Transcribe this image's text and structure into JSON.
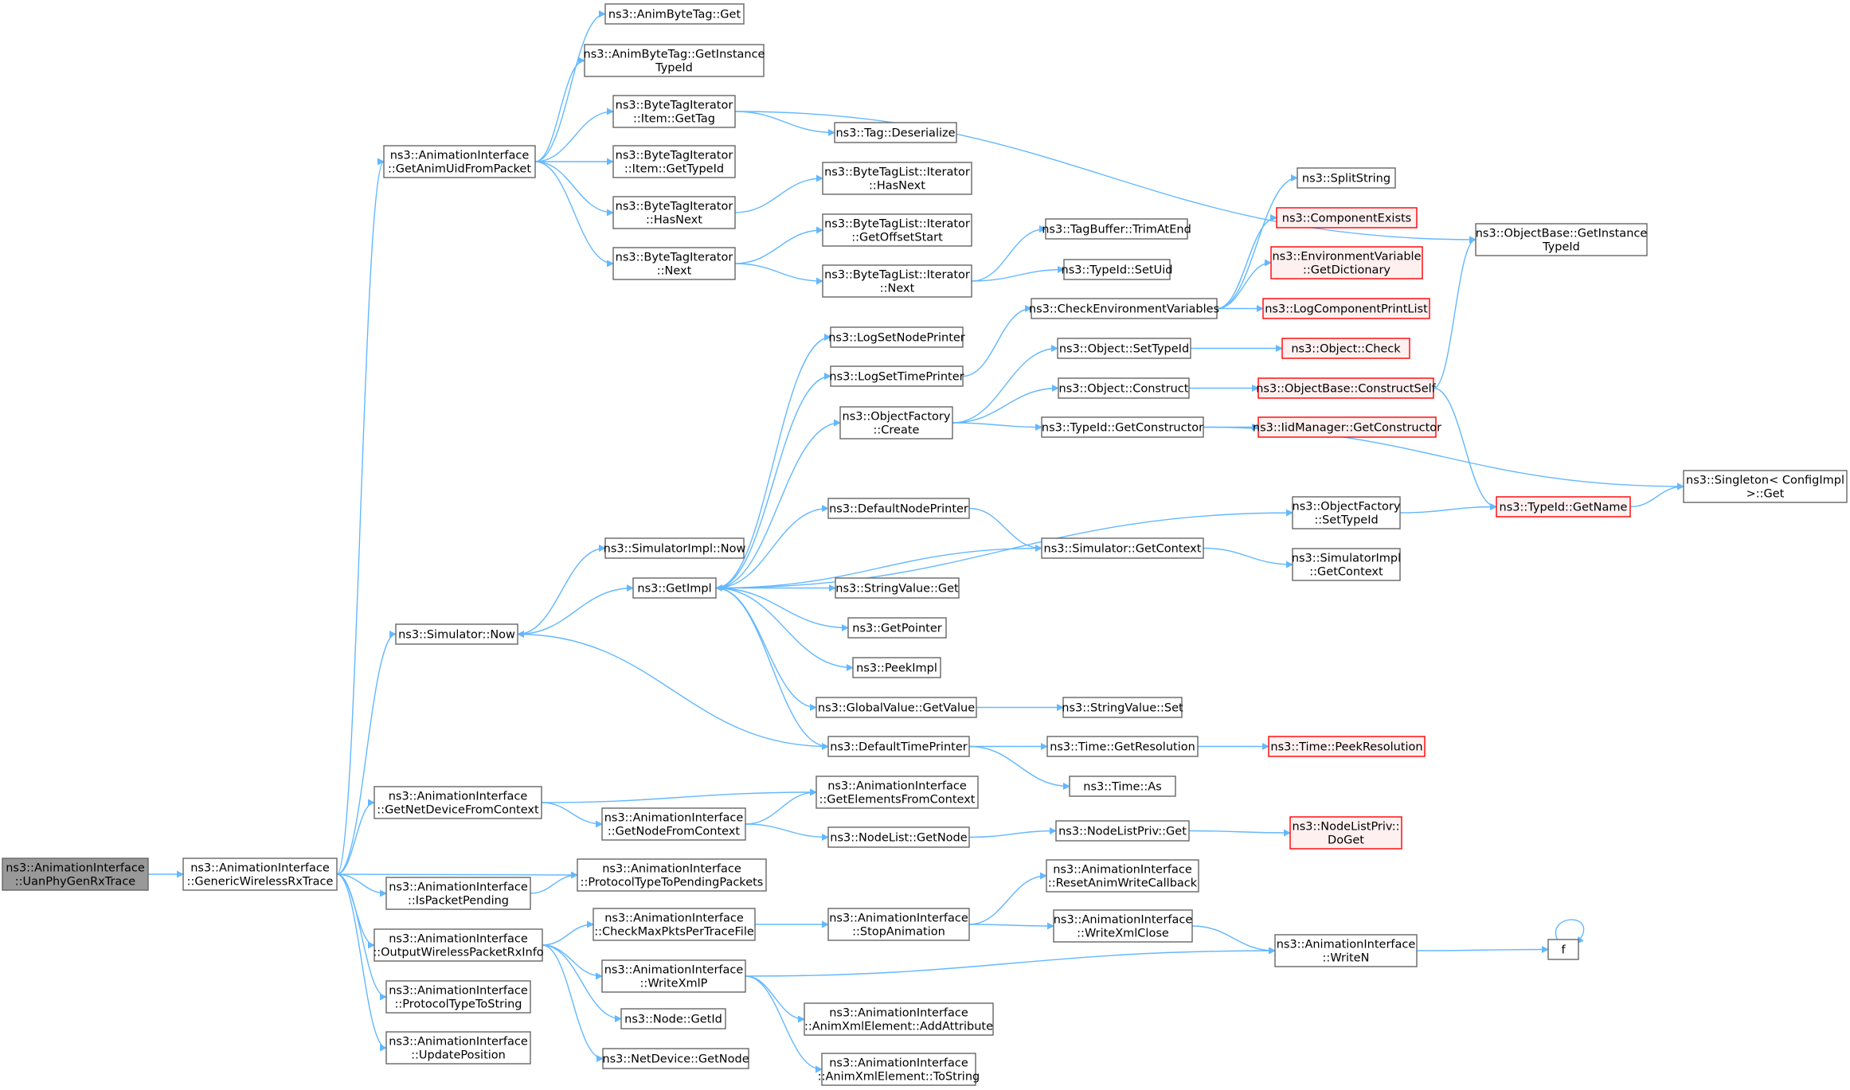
{
  "colors": {
    "edge": "#63b8ff",
    "node_fill": "#ffffff",
    "node_stroke": "#666666",
    "root_fill": "#999999",
    "root_stroke": "#666666",
    "truncated_fill": "#fff0f0",
    "truncated_stroke": "#ff0000"
  },
  "nodes": [
    {
      "id": "root",
      "lines": [
        "ns3::AnimationInterface",
        "::UanPhyGenRxTrace"
      ],
      "style": "root"
    },
    {
      "id": "gwrt",
      "lines": [
        "ns3::AnimationInterface",
        "::GenericWirelessRxTrace"
      ]
    },
    {
      "id": "gauid",
      "lines": [
        "ns3::AnimationInterface",
        "::GetAnimUidFromPacket"
      ]
    },
    {
      "id": "simnow",
      "lines": [
        "ns3::Simulator::Now"
      ]
    },
    {
      "id": "gndfc",
      "lines": [
        "ns3::AnimationInterface",
        "::GetNetDeviceFromContext"
      ]
    },
    {
      "id": "ispp",
      "lines": [
        "ns3::AnimationInterface",
        "::IsPacketPending"
      ]
    },
    {
      "id": "owprx",
      "lines": [
        "ns3::AnimationInterface",
        "::OutputWirelessPacketRxInfo"
      ]
    },
    {
      "id": "pts",
      "lines": [
        "ns3::AnimationInterface",
        "::ProtocolTypeToString"
      ]
    },
    {
      "id": "updpos",
      "lines": [
        "ns3::AnimationInterface",
        "::UpdatePosition"
      ]
    },
    {
      "id": "abtget",
      "lines": [
        "ns3::AnimByteTag::Get"
      ]
    },
    {
      "id": "abtgit",
      "lines": [
        "ns3::AnimByteTag::GetInstance",
        "TypeId"
      ]
    },
    {
      "id": "btiigt",
      "lines": [
        "ns3::ByteTagIterator",
        "::Item::GetTag"
      ]
    },
    {
      "id": "btiigtid",
      "lines": [
        "ns3::ByteTagIterator",
        "::Item::GetTypeId"
      ]
    },
    {
      "id": "btihn",
      "lines": [
        "ns3::ByteTagIterator",
        "::HasNext"
      ]
    },
    {
      "id": "btinext",
      "lines": [
        "ns3::ByteTagIterator",
        "::Next"
      ]
    },
    {
      "id": "simimplnow",
      "lines": [
        "ns3::SimulatorImpl::Now"
      ]
    },
    {
      "id": "getimpl",
      "lines": [
        "ns3::GetImpl"
      ]
    },
    {
      "id": "aigefc",
      "lines": [
        "ns3::AnimationInterface",
        "::GetElementsFromContext"
      ]
    },
    {
      "id": "aignfc",
      "lines": [
        "ns3::AnimationInterface",
        "::GetNodeFromContext"
      ]
    },
    {
      "id": "ptpp",
      "lines": [
        "ns3::AnimationInterface",
        "::ProtocolTypeToPendingPackets"
      ]
    },
    {
      "id": "cmpptf",
      "lines": [
        "ns3::AnimationInterface",
        "::CheckMaxPktsPerTraceFile"
      ]
    },
    {
      "id": "wxmlp",
      "lines": [
        "ns3::AnimationInterface",
        "::WriteXmlP"
      ]
    },
    {
      "id": "nodegetid",
      "lines": [
        "ns3::Node::GetId"
      ]
    },
    {
      "id": "ndgetnode",
      "lines": [
        "ns3::NetDevice::GetNode"
      ]
    },
    {
      "id": "tagdeser",
      "lines": [
        "ns3::Tag::Deserialize"
      ]
    },
    {
      "id": "btlihn",
      "lines": [
        "ns3::ByteTagList::Iterator",
        "::HasNext"
      ]
    },
    {
      "id": "btligos",
      "lines": [
        "ns3::ByteTagList::Iterator",
        "::GetOffsetStart"
      ]
    },
    {
      "id": "btlinext",
      "lines": [
        "ns3::ByteTagList::Iterator",
        "::Next"
      ]
    },
    {
      "id": "logsnp",
      "lines": [
        "ns3::LogSetNodePrinter"
      ]
    },
    {
      "id": "logstp",
      "lines": [
        "ns3::LogSetTimePrinter"
      ]
    },
    {
      "id": "ofcreate",
      "lines": [
        "ns3::ObjectFactory",
        "::Create"
      ]
    },
    {
      "id": "defnp",
      "lines": [
        "ns3::DefaultNodePrinter"
      ]
    },
    {
      "id": "svget",
      "lines": [
        "ns3::StringValue::Get"
      ]
    },
    {
      "id": "getptr",
      "lines": [
        "ns3::GetPointer"
      ]
    },
    {
      "id": "peekimpl",
      "lines": [
        "ns3::PeekImpl"
      ]
    },
    {
      "id": "gvgv",
      "lines": [
        "ns3::GlobalValue::GetValue"
      ]
    },
    {
      "id": "deftp",
      "lines": [
        "ns3::DefaultTimePrinter"
      ]
    },
    {
      "id": "nlgetnode",
      "lines": [
        "ns3::NodeList::GetNode"
      ]
    },
    {
      "id": "stopanim",
      "lines": [
        "ns3::AnimationInterface",
        "::StopAnimation"
      ]
    },
    {
      "id": "axeaa",
      "lines": [
        "ns3::AnimationInterface",
        "::AnimXmlElement::AddAttribute"
      ]
    },
    {
      "id": "axets",
      "lines": [
        "ns3::AnimationInterface",
        "::AnimXmlElement::ToString"
      ]
    },
    {
      "id": "tbtae",
      "lines": [
        "ns3::TagBuffer::TrimAtEnd"
      ]
    },
    {
      "id": "tidsetuid",
      "lines": [
        "ns3::TypeId::SetUid"
      ]
    },
    {
      "id": "chkenv",
      "lines": [
        "ns3::CheckEnvironmentVariables"
      ]
    },
    {
      "id": "objsettid",
      "lines": [
        "ns3::Object::SetTypeId"
      ]
    },
    {
      "id": "objconstruct",
      "lines": [
        "ns3::Object::Construct"
      ]
    },
    {
      "id": "tidgetctor",
      "lines": [
        "ns3::TypeId::GetConstructor"
      ]
    },
    {
      "id": "simgetctx",
      "lines": [
        "ns3::Simulator::GetContext"
      ]
    },
    {
      "id": "svset",
      "lines": [
        "ns3::StringValue::Set"
      ]
    },
    {
      "id": "timegetres",
      "lines": [
        "ns3::Time::GetResolution"
      ]
    },
    {
      "id": "timeas",
      "lines": [
        "ns3::Time::As"
      ]
    },
    {
      "id": "nlpget",
      "lines": [
        "ns3::NodeListPriv::Get"
      ]
    },
    {
      "id": "rawcb",
      "lines": [
        "ns3::AnimationInterface",
        "::ResetAnimWriteCallback"
      ]
    },
    {
      "id": "wxmlclose",
      "lines": [
        "ns3::AnimationInterface",
        "::WriteXmlClose"
      ]
    },
    {
      "id": "splitstr",
      "lines": [
        "ns3::SplitString"
      ]
    },
    {
      "id": "compexists",
      "lines": [
        "ns3::ComponentExists"
      ],
      "style": "truncated"
    },
    {
      "id": "envgetdict",
      "lines": [
        "ns3::EnvironmentVariable",
        "::GetDictionary"
      ],
      "style": "truncated"
    },
    {
      "id": "logcpl",
      "lines": [
        "ns3::LogComponentPrintList"
      ],
      "style": "truncated"
    },
    {
      "id": "objcheck",
      "lines": [
        "ns3::Object::Check"
      ],
      "style": "truncated"
    },
    {
      "id": "obcself",
      "lines": [
        "ns3::ObjectBase::ConstructSelf"
      ],
      "style": "truncated"
    },
    {
      "id": "iidgetctor",
      "lines": [
        "ns3::IidManager::GetConstructor"
      ],
      "style": "truncated"
    },
    {
      "id": "ofsettid",
      "lines": [
        "ns3::ObjectFactory",
        "::SetTypeId"
      ]
    },
    {
      "id": "simimplgetctx",
      "lines": [
        "ns3::SimulatorImpl",
        "::GetContext"
      ]
    },
    {
      "id": "timepeekres",
      "lines": [
        "ns3::Time::PeekResolution"
      ],
      "style": "truncated"
    },
    {
      "id": "nlpdoget",
      "lines": [
        "ns3::NodeListPriv::",
        "DoGet"
      ],
      "style": "truncated"
    },
    {
      "id": "writen",
      "lines": [
        "ns3::AnimationInterface",
        "::WriteN"
      ]
    },
    {
      "id": "obgit",
      "lines": [
        "ns3::ObjectBase::GetInstance",
        "TypeId"
      ]
    },
    {
      "id": "tidgetname",
      "lines": [
        "ns3::TypeId::GetName"
      ],
      "style": "truncated"
    },
    {
      "id": "f",
      "lines": [
        "f"
      ]
    },
    {
      "id": "singleton",
      "lines": [
        "ns3::Singleton< ConfigImpl",
        ">::Get"
      ]
    }
  ],
  "edges": [
    [
      "root",
      "gwrt"
    ],
    [
      "gwrt",
      "gauid"
    ],
    [
      "gwrt",
      "simnow"
    ],
    [
      "gwrt",
      "gndfc"
    ],
    [
      "gwrt",
      "ispp"
    ],
    [
      "gwrt",
      "owprx"
    ],
    [
      "gwrt",
      "pts"
    ],
    [
      "gwrt",
      "updpos"
    ],
    [
      "gwrt",
      "ptpp"
    ],
    [
      "gauid",
      "abtget"
    ],
    [
      "gauid",
      "abtgit"
    ],
    [
      "gauid",
      "btiigt"
    ],
    [
      "gauid",
      "btiigtid"
    ],
    [
      "gauid",
      "btihn"
    ],
    [
      "gauid",
      "btinext"
    ],
    [
      "btiigt",
      "tagdeser"
    ],
    [
      "btiigt",
      "obgit"
    ],
    [
      "btihn",
      "btlihn"
    ],
    [
      "btinext",
      "btligos"
    ],
    [
      "btinext",
      "btlinext"
    ],
    [
      "btlinext",
      "tbtae"
    ],
    [
      "btlinext",
      "tidsetuid"
    ],
    [
      "simnow",
      "simimplnow"
    ],
    [
      "simnow",
      "getimpl"
    ],
    [
      "getimpl",
      "logsnp"
    ],
    [
      "getimpl",
      "logstp"
    ],
    [
      "getimpl",
      "ofcreate"
    ],
    [
      "getimpl",
      "defnp"
    ],
    [
      "getimpl",
      "svget"
    ],
    [
      "getimpl",
      "getptr"
    ],
    [
      "getimpl",
      "peekimpl"
    ],
    [
      "getimpl",
      "gvgv"
    ],
    [
      "getimpl",
      "deftp"
    ],
    [
      "getimpl",
      "ofsettid"
    ],
    [
      "logstp",
      "chkenv"
    ],
    [
      "chkenv",
      "splitstr"
    ],
    [
      "chkenv",
      "compexists"
    ],
    [
      "chkenv",
      "envgetdict"
    ],
    [
      "chkenv",
      "logcpl"
    ],
    [
      "ofcreate",
      "objsettid"
    ],
    [
      "ofcreate",
      "objconstruct"
    ],
    [
      "ofcreate",
      "tidgetctor"
    ],
    [
      "objsettid",
      "objcheck"
    ],
    [
      "objconstruct",
      "obcself"
    ],
    [
      "obcself",
      "obgit"
    ],
    [
      "obcself",
      "tidgetname"
    ],
    [
      "tidgetctor",
      "iidgetctor"
    ],
    [
      "tidgetctor",
      "singleton"
    ],
    [
      "ofsettid",
      "tidgetname"
    ],
    [
      "tidgetname",
      "singleton"
    ],
    [
      "defnp",
      "simgetctx"
    ],
    [
      "simgetctx",
      "getimpl"
    ],
    [
      "simgetctx",
      "simimplgetctx"
    ],
    [
      "gvgv",
      "svset"
    ],
    [
      "deftp",
      "simnow"
    ],
    [
      "deftp",
      "timegetres"
    ],
    [
      "deftp",
      "timeas"
    ],
    [
      "timegetres",
      "timepeekres"
    ],
    [
      "gndfc",
      "aigefc"
    ],
    [
      "gndfc",
      "aignfc"
    ],
    [
      "aignfc",
      "aigefc"
    ],
    [
      "aignfc",
      "nlgetnode"
    ],
    [
      "nlgetnode",
      "nlpget"
    ],
    [
      "nlpget",
      "nlpdoget"
    ],
    [
      "ispp",
      "ptpp"
    ],
    [
      "owprx",
      "cmpptf"
    ],
    [
      "owprx",
      "wxmlp"
    ],
    [
      "owprx",
      "nodegetid"
    ],
    [
      "owprx",
      "ndgetnode"
    ],
    [
      "cmpptf",
      "stopanim"
    ],
    [
      "stopanim",
      "rawcb"
    ],
    [
      "stopanim",
      "wxmlclose"
    ],
    [
      "wxmlclose",
      "writen"
    ],
    [
      "wxmlp",
      "writen"
    ],
    [
      "wxmlp",
      "axeaa"
    ],
    [
      "wxmlp",
      "axets"
    ],
    [
      "writen",
      "f"
    ],
    [
      "f",
      "f"
    ]
  ]
}
